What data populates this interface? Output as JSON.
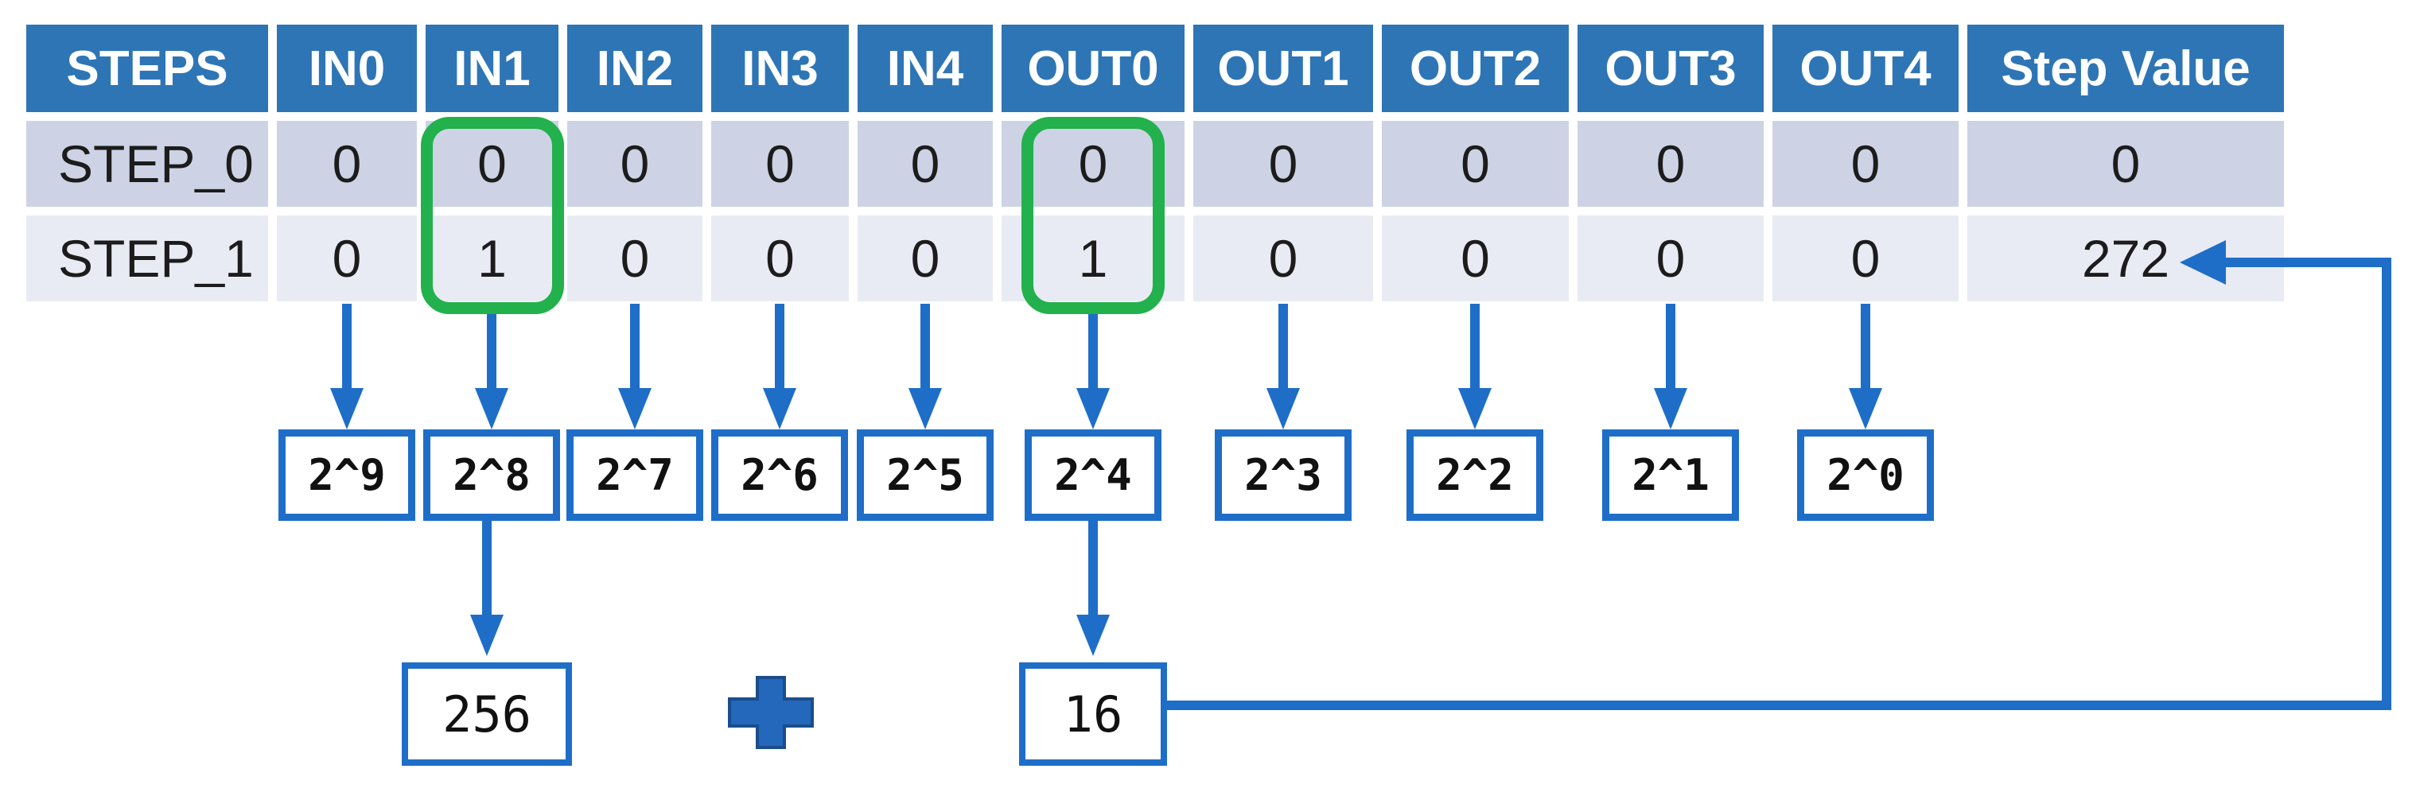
{
  "table": {
    "columns": [
      "STEPS",
      "IN0",
      "IN1",
      "IN2",
      "IN3",
      "IN4",
      "OUT0",
      "OUT1",
      "OUT2",
      "OUT3",
      "OUT4",
      "Step Value"
    ],
    "rows": [
      {
        "label": "STEP_0",
        "values": [
          "0",
          "0",
          "0",
          "0",
          "0",
          "0",
          "0",
          "0",
          "0",
          "0",
          "0"
        ]
      },
      {
        "label": "STEP_1",
        "values": [
          "0",
          "1",
          "0",
          "0",
          "0",
          "1",
          "0",
          "0",
          "0",
          "0",
          "272"
        ]
      }
    ]
  },
  "bit_weights": [
    "2^9",
    "2^8",
    "2^7",
    "2^6",
    "2^5",
    "2^4",
    "2^3",
    "2^2",
    "2^1",
    "2^0"
  ],
  "sum": {
    "left_value": "256",
    "operator": "+",
    "right_value": "16",
    "result_cell": "272"
  },
  "highlight": {
    "highlighted_columns": [
      "IN1",
      "OUT0"
    ],
    "green": "#22B14C"
  },
  "colors": {
    "header_blue": "#2E75B6",
    "row_shade_dark": "#CDD3E5",
    "row_shade_light": "#E9EBF4",
    "arrow_blue": "#1E6EC8",
    "plus_fill": "#2368BB"
  }
}
